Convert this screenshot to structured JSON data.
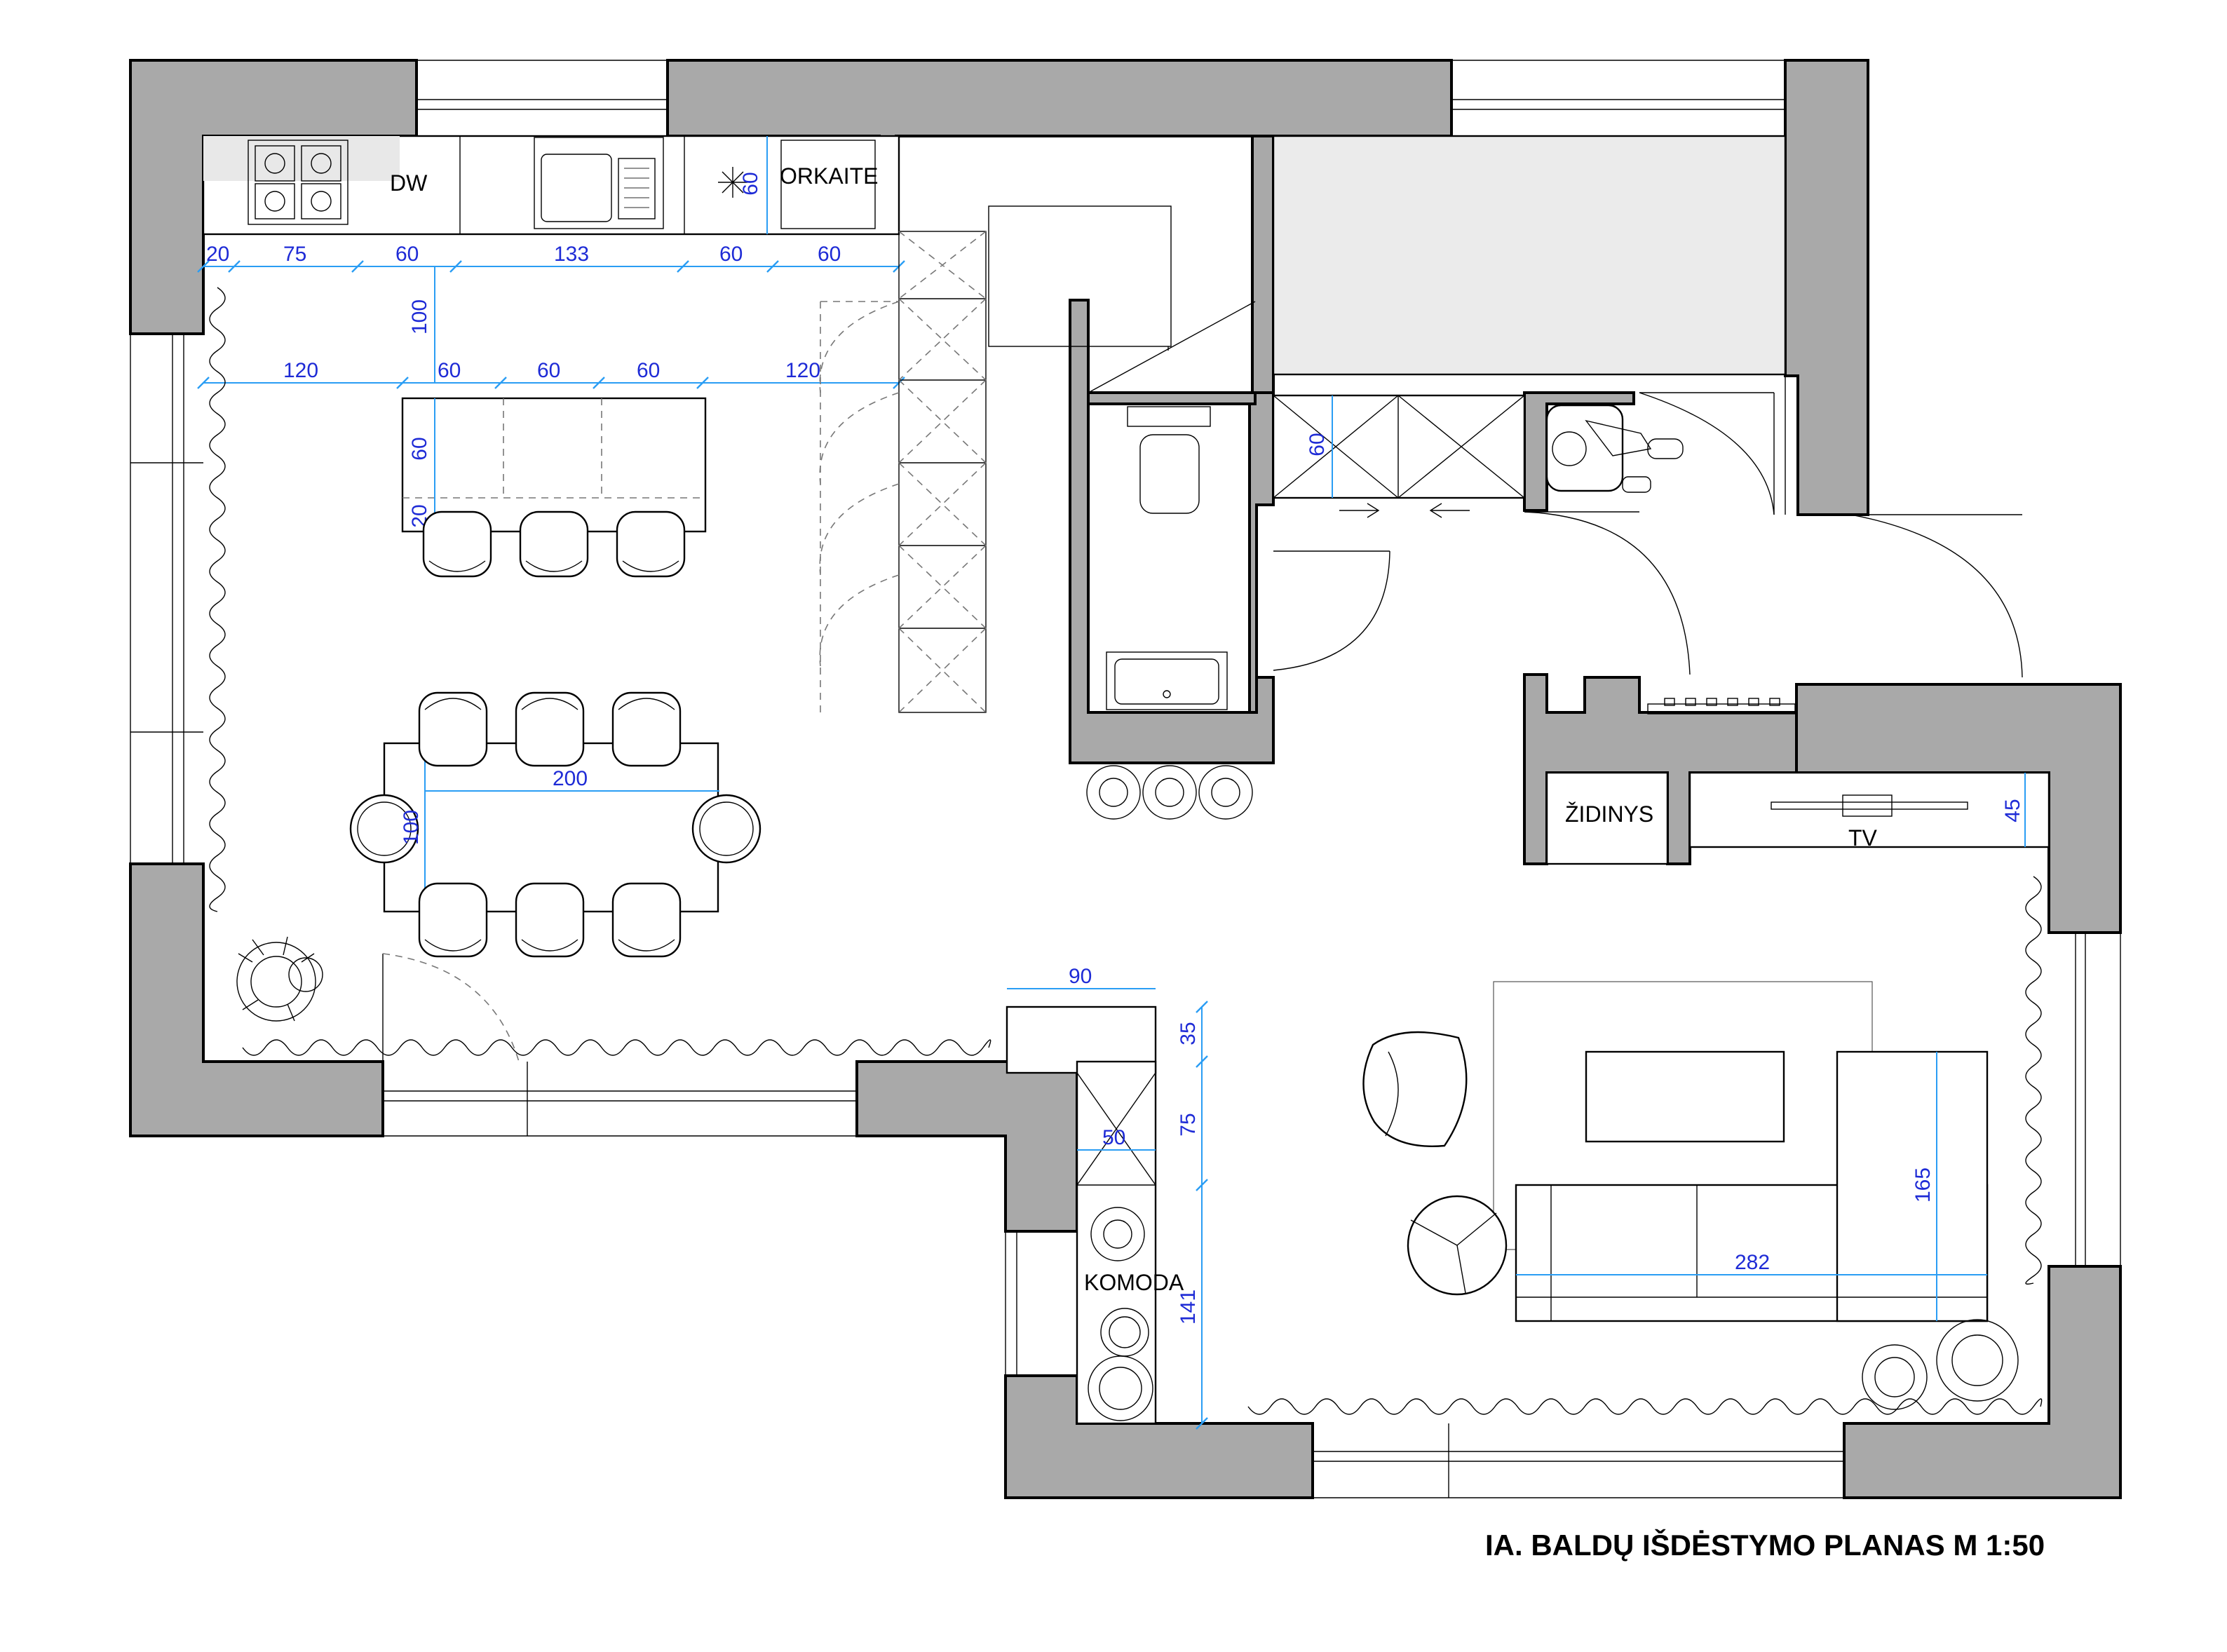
{
  "title": "IA. BALDŲ IŠDĖSTYMO PLANAS M 1:50",
  "room_labels": {
    "dishwasher": "DW",
    "oven": "ORKAITE",
    "fireplace": "ŽIDINYS",
    "tv": "TV",
    "dresser": "KOMODA"
  },
  "dimensions": {
    "kitchen_run": [
      "20",
      "75",
      "60",
      "133",
      "60",
      "60"
    ],
    "kitchen_depth": "60",
    "aisle": "100",
    "island_run": [
      "120",
      "60",
      "60",
      "60",
      "120"
    ],
    "island_depth": "60",
    "island_overhang": "20",
    "table_length": "200",
    "table_width": "100",
    "wardrobe_depth": "60",
    "tv_depth": "45",
    "dresser_width": "90",
    "dresser_h1": "35",
    "dresser_h2": "75",
    "dresser_depth": "50",
    "dresser_h3": "141",
    "sofa_length": "282",
    "sofa_depth": "165"
  },
  "colors": {
    "wall": "#a9a9a9",
    "dimension_line": "#2a9df4",
    "dimension_text": "#1e2bd6"
  }
}
